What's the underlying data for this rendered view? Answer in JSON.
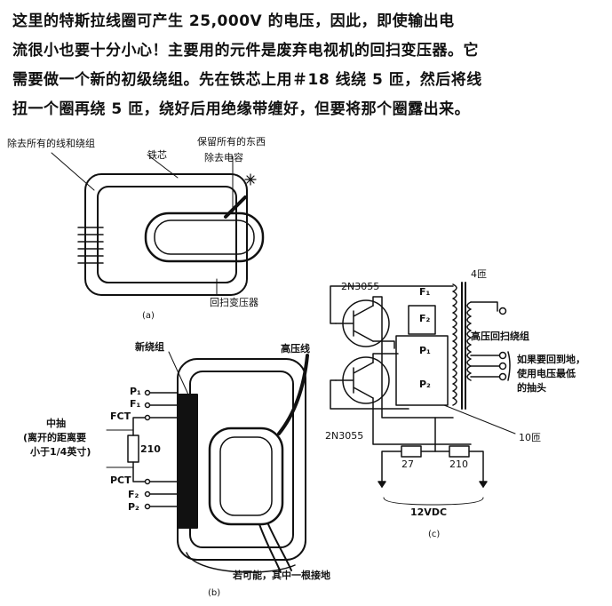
{
  "intro": {
    "line1": "这里的特斯拉线圈可产生 25,000V 的电压，因此，即使输出电",
    "line2": "流很小也要十分小心！主要用的元件是废弃电视机的回扫变压器。它",
    "line3": "需要做一个新的初级绕组。先在铁芯上用＃18 线绕 5 匝，然后将线",
    "line4": "扭一个圈再绕 5 匝，绕好后用绝缘带缠好，但要将那个圈露出来。"
  },
  "fig_a": {
    "label_remove_wires": "除去所有的线和绕组",
    "label_core": "铁芯",
    "label_keep": "保留所有的东西",
    "label_remove_cap": "除去电容",
    "label_flyback": "回扫变压器",
    "caption": "(a)"
  },
  "fig_b": {
    "label_new_winding": "新绕组",
    "label_hv_wire": "高压线",
    "pin_p1": "P₁",
    "pin_f1": "F₁",
    "pin_fct": "FCT",
    "label_center_tap": "中抽",
    "label_gap": "(离开的距离要",
    "label_gap2": "小于1/4英寸)",
    "resistor": "210",
    "pin_pct": "PCT",
    "pin_f2": "F₂",
    "pin_p2": "P₂",
    "label_ground": "若可能，其中一根接地",
    "caption": "(b)"
  },
  "fig_c": {
    "transistor_top": "2N3055",
    "transistor_bottom": "2N3055",
    "turns_4": "4匝",
    "pin_f1": "F₁",
    "pin_f2": "F₂",
    "pin_p1": "P₁",
    "pin_p2": "P₂",
    "label_hv_winding": "高压回扫绕组",
    "label_tap1": "如果要回到地，",
    "label_tap2": "使用电压最低",
    "label_tap3": "的抽头",
    "turns_10": "10匝",
    "r1": "27",
    "r2": "210",
    "supply": "12VDC",
    "caption": "(c)"
  }
}
